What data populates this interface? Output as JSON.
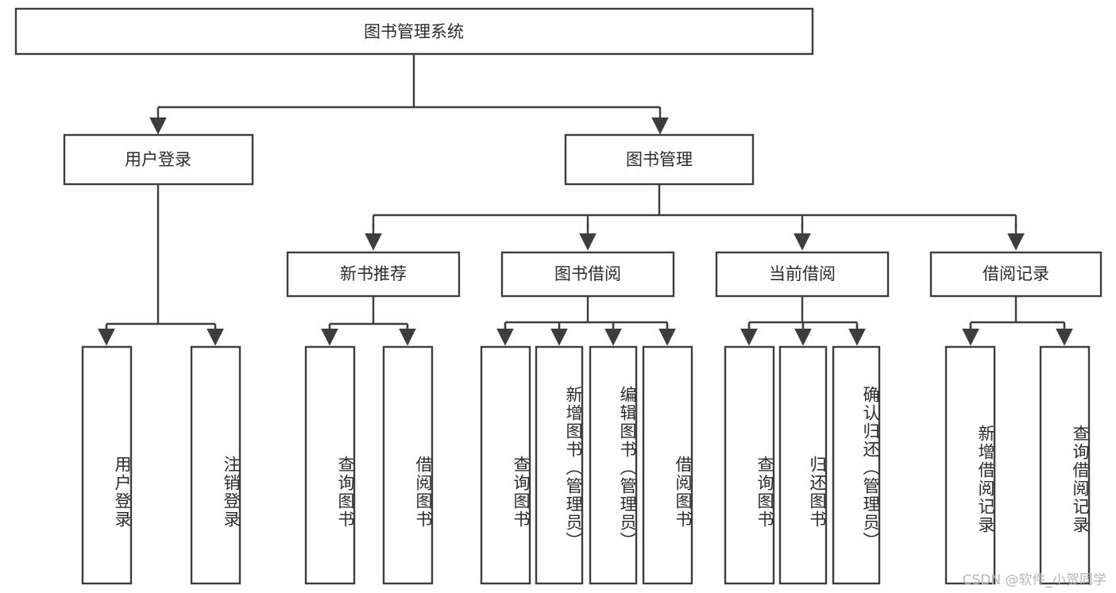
{
  "diagram": {
    "title": "图书管理系统",
    "type": "hierarchy-tree",
    "watermark": "CSDN @软件_小贺同学",
    "colors": {
      "stroke": "#3d3d3d",
      "box_fill": "#ffffff",
      "text": "#2b2b2b",
      "background": "#ffffff",
      "watermark": "#b6b6b6"
    },
    "levels": {
      "root": {
        "label": "图书管理系统"
      },
      "level2": [
        {
          "label": "用户登录"
        },
        {
          "label": "图书管理"
        }
      ],
      "level3": [
        {
          "label": "新书推荐"
        },
        {
          "label": "图书借阅"
        },
        {
          "label": "当前借阅"
        },
        {
          "label": "借阅记录"
        }
      ],
      "leaves": [
        {
          "label": "用户登录",
          "parent": "用户登录"
        },
        {
          "label": "注销登录",
          "parent": "用户登录"
        },
        {
          "label": "查询图书",
          "parent": "新书推荐"
        },
        {
          "label": "借阅图书",
          "parent": "新书推荐"
        },
        {
          "label": "查询图书",
          "parent": "图书借阅"
        },
        {
          "label": "新增图书（管理员）",
          "parent": "图书借阅"
        },
        {
          "label": "编辑图书（管理员）",
          "parent": "图书借阅"
        },
        {
          "label": "借阅图书",
          "parent": "图书借阅"
        },
        {
          "label": "查询图书",
          "parent": "当前借阅"
        },
        {
          "label": "归还图书",
          "parent": "当前借阅"
        },
        {
          "label": "确认归还（管理员）",
          "parent": "当前借阅"
        },
        {
          "label": "新增借阅记录",
          "parent": "借阅记录"
        },
        {
          "label": "查询借阅记录",
          "parent": "借阅记录"
        }
      ]
    }
  }
}
